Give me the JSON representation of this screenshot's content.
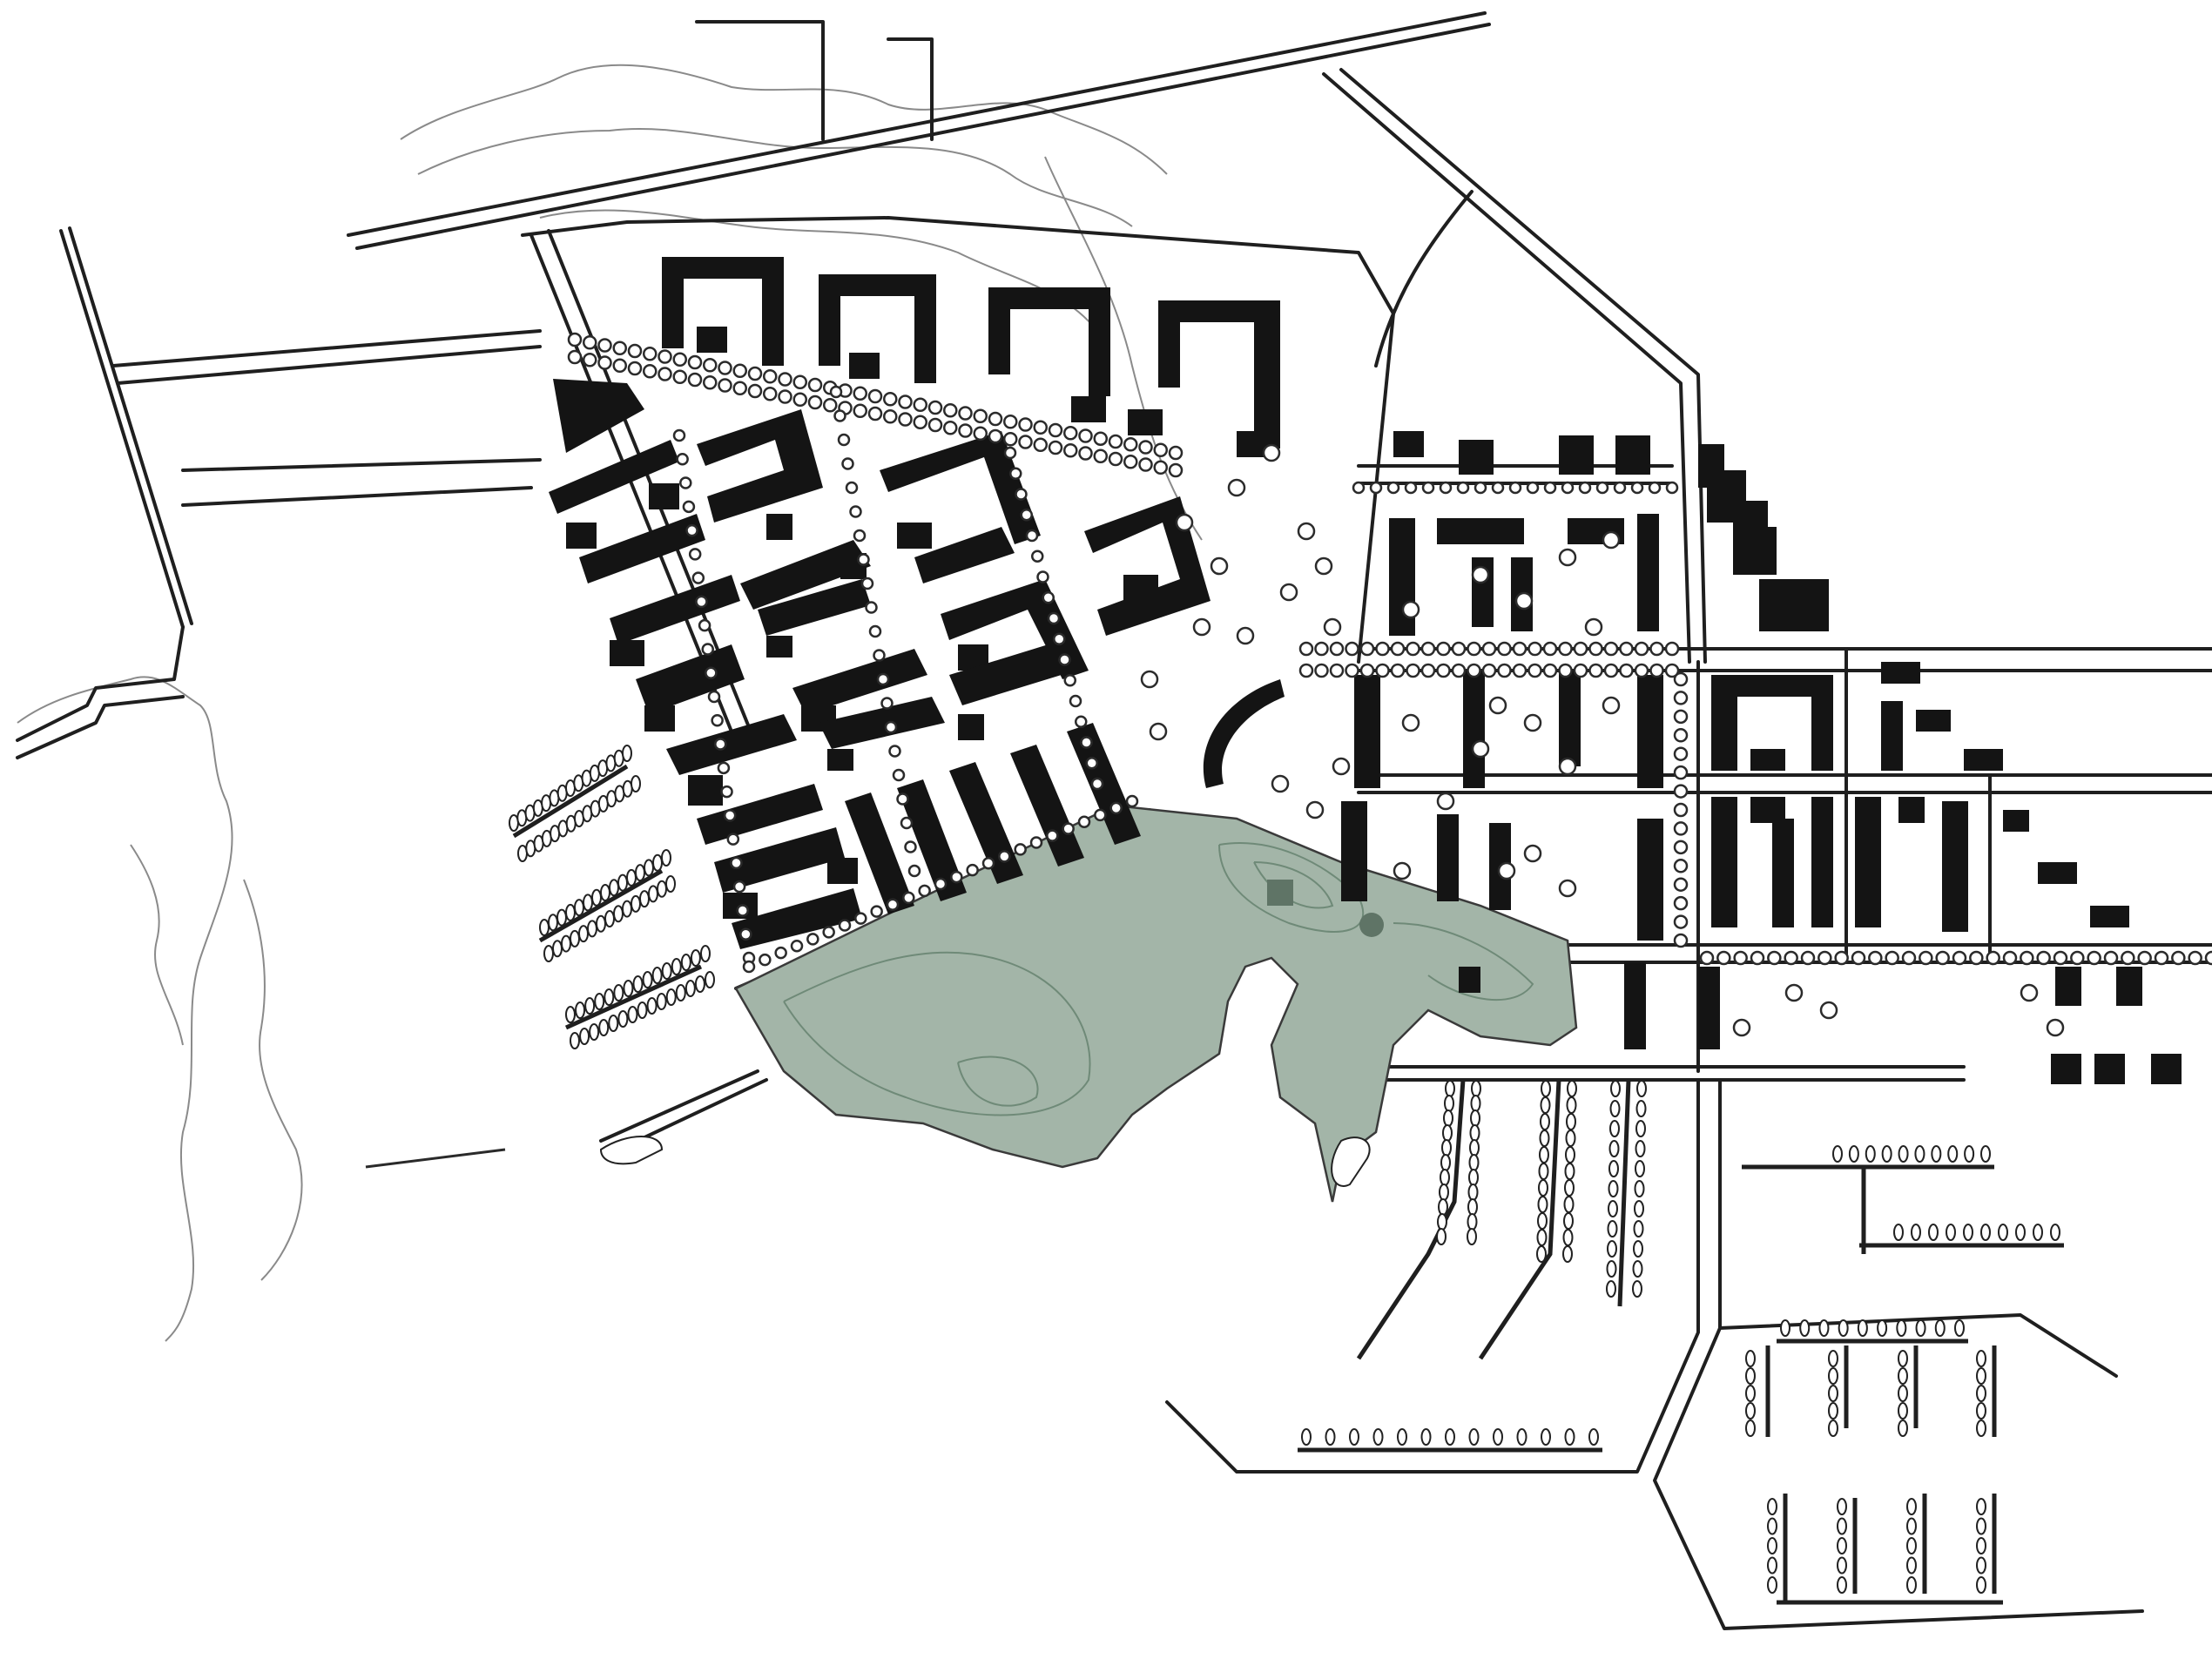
{
  "map": {
    "kind": "urban-masterplan-site-plan",
    "colors": {
      "background": "#ffffff",
      "building": "#141414",
      "road": "#1f1f1f",
      "contour": "#8a8a8a",
      "park": "#a3b5a8",
      "park_feature": "#5f7466",
      "tree_fill": "#ffffff"
    },
    "layers": [
      "buildings",
      "roads",
      "tree-rows",
      "park",
      "contours",
      "marina-piers",
      "boats"
    ]
  }
}
